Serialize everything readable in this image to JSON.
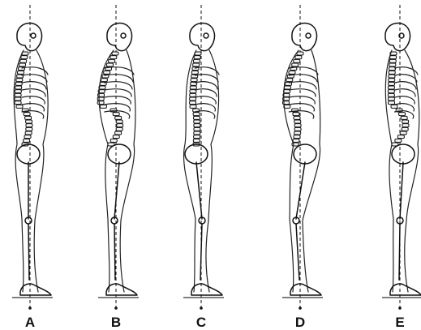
{
  "figures": [
    {
      "label": "A",
      "posture": "ideal"
    },
    {
      "label": "B",
      "posture": "kyphosis-lordosis"
    },
    {
      "label": "C",
      "posture": "flat-back"
    },
    {
      "label": "D",
      "posture": "sway-back"
    },
    {
      "label": "E",
      "posture": "military"
    }
  ],
  "colors": {
    "line": "#111111",
    "background": "#ffffff"
  }
}
